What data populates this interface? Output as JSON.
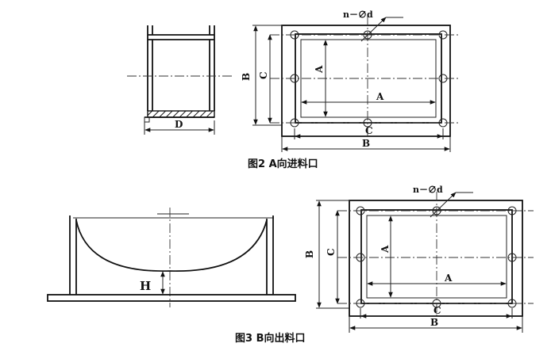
{
  "figure2": {
    "caption": "图2  A向进料口",
    "side_view": {
      "dim_width": "D"
    },
    "flange_view": {
      "hole_callout": "n－∅d",
      "dim_outer": "B",
      "dim_bolt": "C",
      "dim_inner": "A"
    }
  },
  "figure3": {
    "caption": "图3 B向出料口",
    "side_view": {
      "dim_height": "H"
    },
    "flange_view": {
      "hole_callout": "n－∅d",
      "dim_outer": "B",
      "dim_bolt": "C",
      "dim_inner": "A"
    }
  }
}
